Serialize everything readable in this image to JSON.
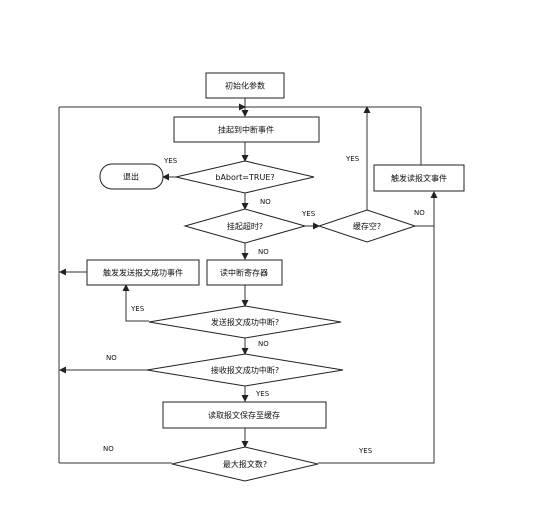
{
  "nodes": {
    "init": "初始化参数",
    "wait_interrupt": "挂起到中断事件",
    "exit": "退出",
    "abort_check": "bAbort=TRUE?",
    "timeout_check": "挂起超时?",
    "buffer_empty": "缓存空?",
    "trigger_recv_event": "触发读报文事件",
    "trigger_send_success": "触发发送报文成功事件",
    "read_int_reg": "读中断寄存器",
    "send_success_check": "发送报文成功中断?",
    "recv_success_check": "接收报文成功中断?",
    "read_save_buffer": "读取报文保存至缓存",
    "max_msgs_check": "最大报文数?"
  },
  "labels": {
    "abort_yes": "YES",
    "abort_no": "NO",
    "timeout_yes": "YES",
    "timeout_no": "NO",
    "buffer_yes": "YES",
    "buffer_no": "NO",
    "send_yes": "YES",
    "send_no": "NO",
    "recv_no": "NO",
    "recv_yes": "YES",
    "max_no": "NO",
    "max_yes": "YES"
  }
}
